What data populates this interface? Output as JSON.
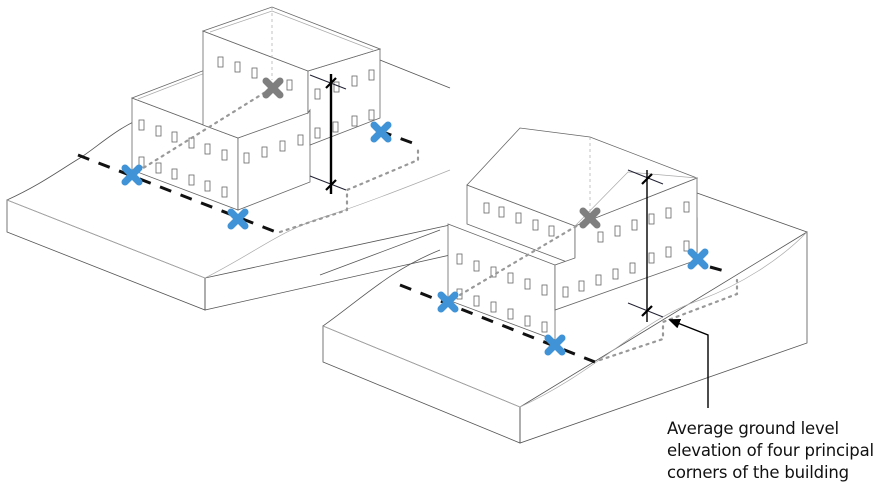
{
  "diagram": {
    "title": "Average ground level elevation diagram",
    "annotation": {
      "lines": [
        "Average ground level",
        "elevation of four principal",
        "corners of the building"
      ]
    },
    "buildings": [
      {
        "name": "stepped flat-roof building (left)",
        "corner_markers": {
          "front": 3,
          "hidden": 1
        }
      },
      {
        "name": "pitched-roof building (right)",
        "corner_markers": {
          "front": 3,
          "hidden": 1
        }
      }
    ],
    "colors": {
      "corner_marker_visible": "#3f93d6",
      "corner_marker_hidden": "#7f7f7f",
      "outline": "#555555",
      "dimension_line": "#000000"
    }
  }
}
